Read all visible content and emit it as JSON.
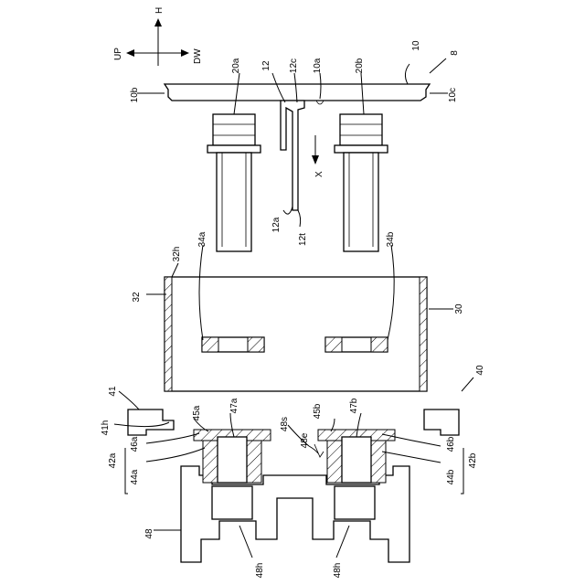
{
  "direction_labels": {
    "h": "H",
    "up": "UP",
    "dw": "DW",
    "x": "X"
  },
  "labels": {
    "l8": "8",
    "l10": "10",
    "l10a": "10a",
    "l10b": "10b",
    "l10c": "10c",
    "l12": "12",
    "l12a": "12a",
    "l12c": "12c",
    "l12t": "12t",
    "l20a": "20a",
    "l20b": "20b",
    "l30": "30",
    "l32": "32",
    "l32h": "32h",
    "l34a": "34a",
    "l34b": "34b",
    "l40": "40",
    "l41": "41",
    "l41h": "41h",
    "l42a": "42a",
    "l42b": "42b",
    "l44a": "44a",
    "l44b": "44b",
    "l45a": "45a",
    "l45b": "45b",
    "l46a": "46a",
    "l46b": "46b",
    "l47a": "47a",
    "l47b": "47b",
    "l48": "48",
    "l48e": "48e",
    "l48s": "48s",
    "l48h_left": "48h",
    "l48h_right": "48h"
  }
}
